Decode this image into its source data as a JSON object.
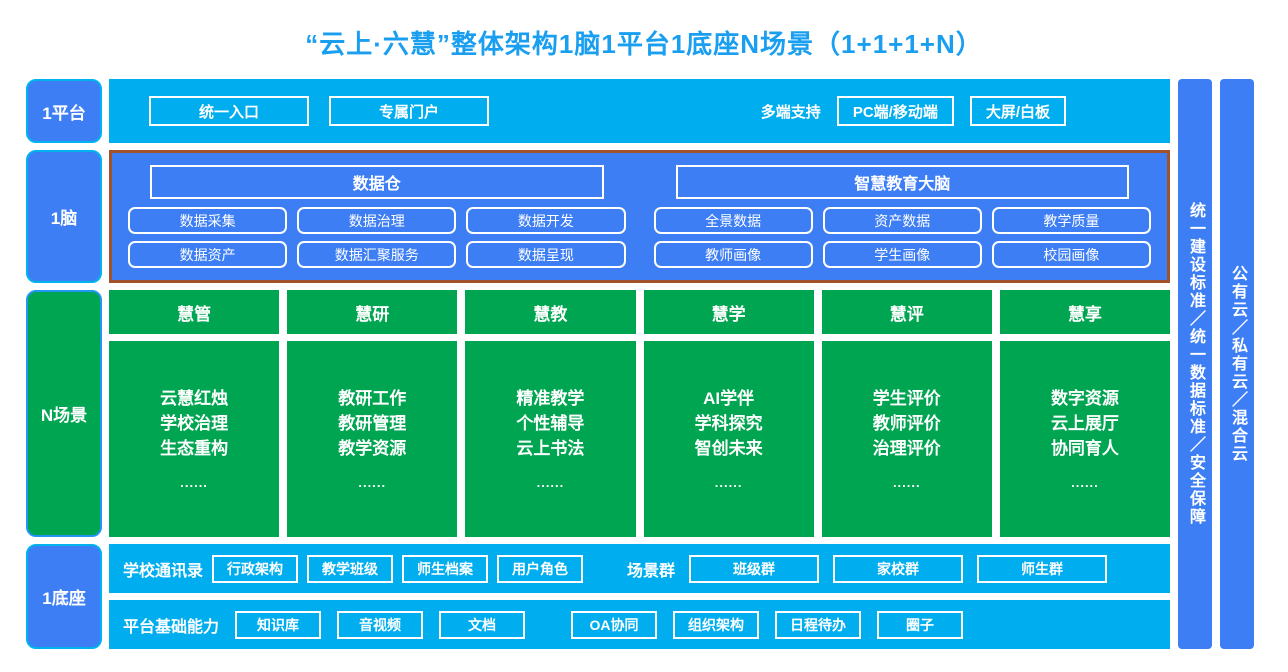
{
  "title": "“云上·六慧”整体架构1脑1平台1底座N场景（1+1+1+N）",
  "colors": {
    "title": "#1a9ff0",
    "cyan": "#00aeef",
    "blue": "#3d7ef5",
    "green": "#00a551",
    "brown_border": "#a0522d"
  },
  "platform": {
    "label": "1平台",
    "entries": [
      {
        "label": "统一入口"
      },
      {
        "label": "专属门户"
      }
    ],
    "multi_support_label": "多端支持",
    "devices": [
      {
        "label": "PC端/移动端"
      },
      {
        "label": "大屏/白板"
      }
    ]
  },
  "brain": {
    "label": "1脑",
    "columns": [
      {
        "head": "数据仓",
        "rows": [
          [
            "数据采集",
            "数据治理",
            "数据开发"
          ],
          [
            "数据资产",
            "数据汇聚服务",
            "数据呈现"
          ]
        ]
      },
      {
        "head": "智慧教育大脑",
        "rows": [
          [
            "全景数据",
            "资产数据",
            "教学质量"
          ],
          [
            "教师画像",
            "学生画像",
            "校园画像"
          ]
        ]
      }
    ]
  },
  "scenarios": {
    "label": "N场景",
    "dots": "......",
    "columns": [
      {
        "head": "慧管",
        "items": [
          "云慧红烛",
          "学校治理",
          "生态重构"
        ]
      },
      {
        "head": "慧研",
        "items": [
          "教研工作",
          "教研管理",
          "教学资源"
        ]
      },
      {
        "head": "慧教",
        "items": [
          "精准教学",
          "个性辅导",
          "云上书法"
        ]
      },
      {
        "head": "慧学",
        "items": [
          "AI学伴",
          "学科探究",
          "智创未来"
        ]
      },
      {
        "head": "慧评",
        "items": [
          "学生评价",
          "教师评价",
          "治理评价"
        ]
      },
      {
        "head": "慧享",
        "items": [
          "数字资源",
          "云上展厅",
          "协同育人"
        ]
      }
    ]
  },
  "base": {
    "label": "1底座",
    "contacts": {
      "title": "学校通讯录",
      "items": [
        "行政架构",
        "教学班级",
        "师生档案",
        "用户角色"
      ]
    },
    "groups": {
      "title": "场景群",
      "items": [
        "班级群",
        "家校群",
        "师生群"
      ]
    },
    "capability": {
      "title": "平台基础能力",
      "items": [
        "知识库",
        "音视频",
        "文档",
        "OA协同",
        "组织架构",
        "日程待办",
        "圈子"
      ]
    }
  },
  "sidebars": [
    {
      "label": "统一建设标准／统一数据标准／安全保障"
    },
    {
      "label": "公有云／私有云／混合云"
    }
  ]
}
